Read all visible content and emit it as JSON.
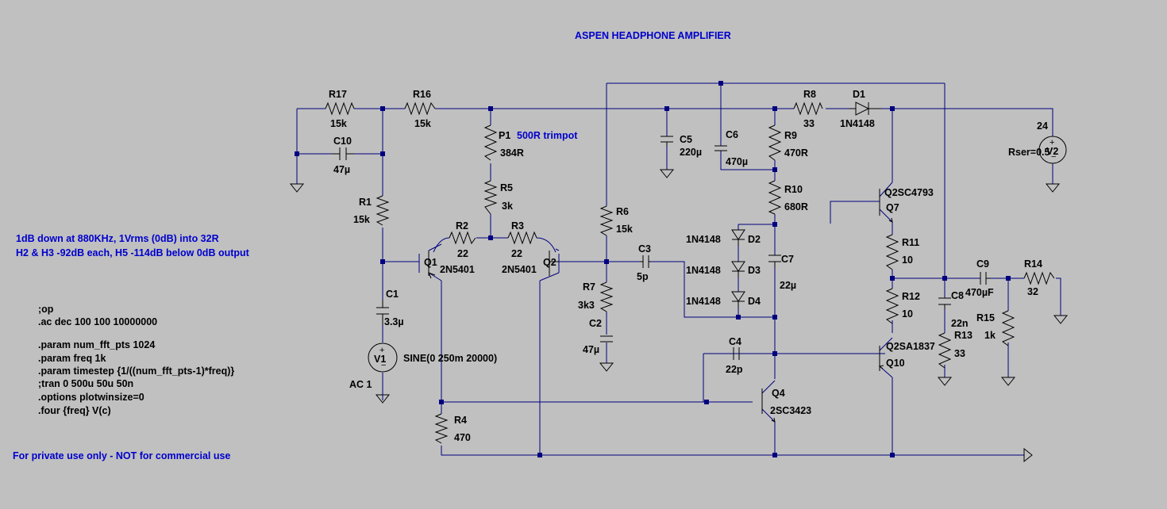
{
  "title": "ASPEN HEADPHONE AMPLIFIER",
  "colors": {
    "background": "#c0c0c0",
    "wire": "#000080",
    "component": "#000000",
    "comment": "#0000cc"
  },
  "notes": {
    "line1": "1dB down at 880KHz, 1Vrms (0dB) into 32R",
    "line2": "H2 & H3 -92dB each, H5 -114dB below 0dB output",
    "footer": "For private use only - NOT for commercial use"
  },
  "directives": [
    ";op",
    ".ac dec 100 100 10000000",
    ".param num_fft_pts 1024",
    ".param freq 1k",
    ".param timestep {1/((num_fft_pts-1)*freq)}",
    ";tran 0 500u 50u 50n",
    ".options plotwinsize=0",
    ".four {freq} V(c)"
  ],
  "components": {
    "R17": {
      "name": "R17",
      "value": "15k"
    },
    "R16": {
      "name": "R16",
      "value": "15k"
    },
    "C10": {
      "name": "C10",
      "value": "47µ"
    },
    "R1": {
      "name": "R1",
      "value": "15k"
    },
    "C1": {
      "name": "C1",
      "value": "3.3µ"
    },
    "V1": {
      "name": "V1",
      "value": "SINE(0 250m 20000)",
      "ac": "AC 1"
    },
    "R4": {
      "name": "R4",
      "value": "470"
    },
    "Q1": {
      "name": "Q1",
      "model": "2N5401"
    },
    "Q2": {
      "name": "Q2",
      "model": "2N5401"
    },
    "R2": {
      "name": "R2",
      "value": "22"
    },
    "R3": {
      "name": "R3",
      "value": "22"
    },
    "P1": {
      "name": "P1",
      "value": "384R",
      "note": "500R trimpot"
    },
    "R5": {
      "name": "R5",
      "value": "3k"
    },
    "R6": {
      "name": "R6",
      "value": "15k"
    },
    "R7": {
      "name": "R7",
      "value": "3k3"
    },
    "C2": {
      "name": "C2",
      "value": "47µ"
    },
    "C3": {
      "name": "C3",
      "value": "5p"
    },
    "C5": {
      "name": "C5",
      "value": "220µ"
    },
    "C6": {
      "name": "C6",
      "value": "470µ"
    },
    "R8": {
      "name": "R8",
      "value": "33"
    },
    "D1": {
      "name": "D1",
      "model": "1N4148"
    },
    "R9": {
      "name": "R9",
      "value": "470R"
    },
    "R10": {
      "name": "R10",
      "value": "680R"
    },
    "D2": {
      "name": "D2",
      "model": "1N4148"
    },
    "D3": {
      "name": "D3",
      "model": "1N4148"
    },
    "D4": {
      "name": "D4",
      "model": "1N4148"
    },
    "C7": {
      "name": "C7",
      "value": "22µ"
    },
    "C4": {
      "name": "C4",
      "value": "22p"
    },
    "Q4": {
      "name": "Q4",
      "model": "2SC3423"
    },
    "Q7": {
      "name": "Q7",
      "model": "Q2SC4793"
    },
    "Q10": {
      "name": "Q10",
      "model": "Q2SA1837"
    },
    "R11": {
      "name": "R11",
      "value": "10"
    },
    "R12": {
      "name": "R12",
      "value": "10"
    },
    "C8": {
      "name": "C8",
      "value": "22n"
    },
    "R13": {
      "name": "R13",
      "value": "33"
    },
    "C9": {
      "name": "C9",
      "value": "470µF"
    },
    "R14": {
      "name": "R14",
      "value": "32"
    },
    "R15": {
      "name": "R15",
      "value": "1k"
    },
    "V2": {
      "name": "V2",
      "value": "24",
      "rser": "Rser=0.5"
    }
  }
}
